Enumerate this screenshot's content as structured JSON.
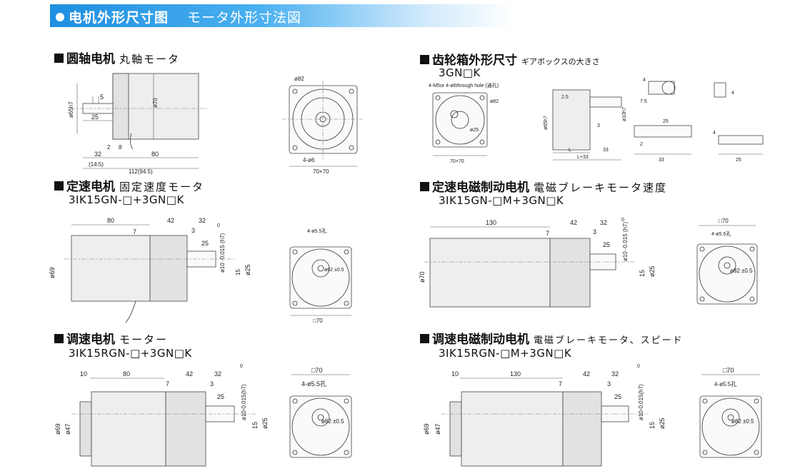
{
  "banner": {
    "title_cn": "电机外形尺寸图",
    "title_jp": "モータ外形寸法図"
  },
  "sections": {
    "round_shaft": {
      "title": "圆轴电机",
      "jp": "丸軸モータ"
    },
    "gearbox": {
      "title": "齿轮箱外形尺寸",
      "jp": "ギアボックスの大きさ",
      "model": "3GN□K"
    },
    "constant": {
      "title": "定速电机",
      "jp": "固定速度モータ",
      "model": "3IK15GN-□+3GN□K"
    },
    "constant_brake": {
      "title": "定速电磁制动电机",
      "jp": "電磁ブレーキモータ速度",
      "model": "3IK15GN-□M+3GN□K"
    },
    "variable": {
      "title": "调速电机",
      "jp": "モーター",
      "model": "3IK15RGN-□+3GN□K"
    },
    "variable_brake": {
      "title": "调速电磁制动电机",
      "jp": "電磁ブレーキモータ、スピード",
      "model": "3IK15RGN-□M+3GN□K"
    }
  },
  "dims": {
    "d1": {
      "d5": "5",
      "d25": "25",
      "d70": "ø70",
      "d65": "ø65h7",
      "d32": "32",
      "d80": "80",
      "d145": "(14.5)",
      "d112": "112(94.5)",
      "d2": "2",
      "d8": "8",
      "d82": "ø82",
      "holes": "4-ø6",
      "sq": "70×70"
    },
    "d2": {
      "holes": "4-M5or 4-ø6through hole (通孔)",
      "d82": "ø82",
      "d25": "ø25",
      "sq": "70×70",
      "d25b": "2.5",
      "d65": "ø65h7",
      "d3": "3",
      "dL": "L",
      "dL33": "L+33",
      "d33": "33",
      "d2": "2",
      "d4": "4",
      "d75": "7.5",
      "d10": "ø10h7",
      "d25c": "25",
      "d4b": "4",
      "d33b": "33",
      "d25d": "25",
      "d4c": "4"
    },
    "d3": {
      "d80": "80",
      "d7": "7",
      "d42": "42",
      "d32": "32",
      "d3": "3",
      "d25": "25",
      "shaft": "ø10 -0.015 (h7)",
      "shaft0": "0",
      "d15": "15",
      "d25b": "ø25",
      "d69": "ø69",
      "holes": "4-ø5.5孔",
      "pcd": "ø82 ±0.5",
      "sq": "□70"
    },
    "d4": {
      "d130": "130",
      "d7": "7",
      "d42": "42",
      "d32": "32",
      "d3": "3",
      "d25": "25",
      "shaft": "ø10 -0.015 (h7)",
      "shaft0": "0",
      "d15": "15",
      "d25b": "ø25",
      "d70": "ø70",
      "holes": "4-ø5.5孔",
      "pcd": "ø82 ±0.5",
      "sq": "□70"
    },
    "d5": {
      "d10": "10",
      "d80": "80",
      "d42": "42",
      "d32": "32",
      "d7": "7",
      "d3": "3",
      "d25": "25",
      "shaft": "ø10-0.015(h7)",
      "shaft0": "0",
      "d15": "15",
      "d25b": "ø25",
      "d69": "ø69",
      "d47": "ø47",
      "holes": "4-ø5.5孔",
      "pcd": "ø82 ±0.5",
      "sq": "□70"
    },
    "d6": {
      "d10": "10",
      "d130": "130",
      "d42": "42",
      "d32": "32",
      "d7": "7",
      "d3": "3",
      "d25": "25",
      "shaft": "ø10-0.015(h7)",
      "shaft0": "0",
      "d15": "15",
      "d25b": "ø25",
      "d69": "ø69",
      "d47": "ø47",
      "holes": "4-ø5.5孔",
      "pcd": "ø82 ±0.5",
      "sq": "□70"
    }
  }
}
